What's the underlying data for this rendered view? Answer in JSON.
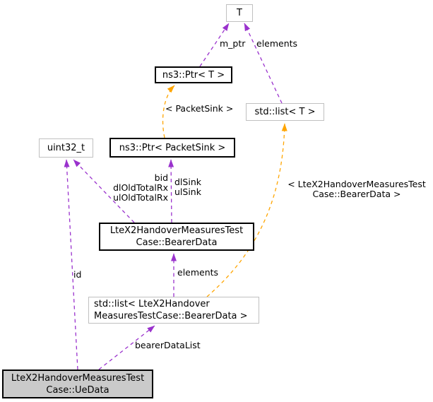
{
  "diagram": {
    "kind": "doxygen-collaboration-graph",
    "nodes": {
      "t": "T",
      "ptr_t": "ns3::Ptr< T >",
      "list_t": "std::list< T >",
      "uint32": "uint32_t",
      "ptr_packetsink": "ns3::Ptr< PacketSink >",
      "bearer_data": "LteX2HandoverMeasuresTest\nCase::BearerData",
      "list_bearer_data": "std::list< LteX2Handover\nMeasuresTestCase::BearerData >",
      "ue_data": "LteX2HandoverMeasuresTest\nCase::UeData"
    },
    "edge_labels": {
      "m_ptr": "m_ptr",
      "elements_to_t": "elements",
      "template_packetsink": "< PacketSink >",
      "bid_fields": "bid\ndlOldTotalRx\nulOldTotalRx",
      "sink_fields": "dlSink\nulSink",
      "template_bearerdata": "< LteX2HandoverMeasuresTest\nCase::BearerData >",
      "id": "id",
      "elements_to_bearerdata": "elements",
      "bearer_data_list": "bearerDataList"
    },
    "colors": {
      "usage_edge_purple": "#9a32cd",
      "template_edge_orange": "#ffa500",
      "node_border_black": "#000000",
      "node_border_gray": "#c0c0c0",
      "current_node_fill": "#cacaca"
    }
  }
}
